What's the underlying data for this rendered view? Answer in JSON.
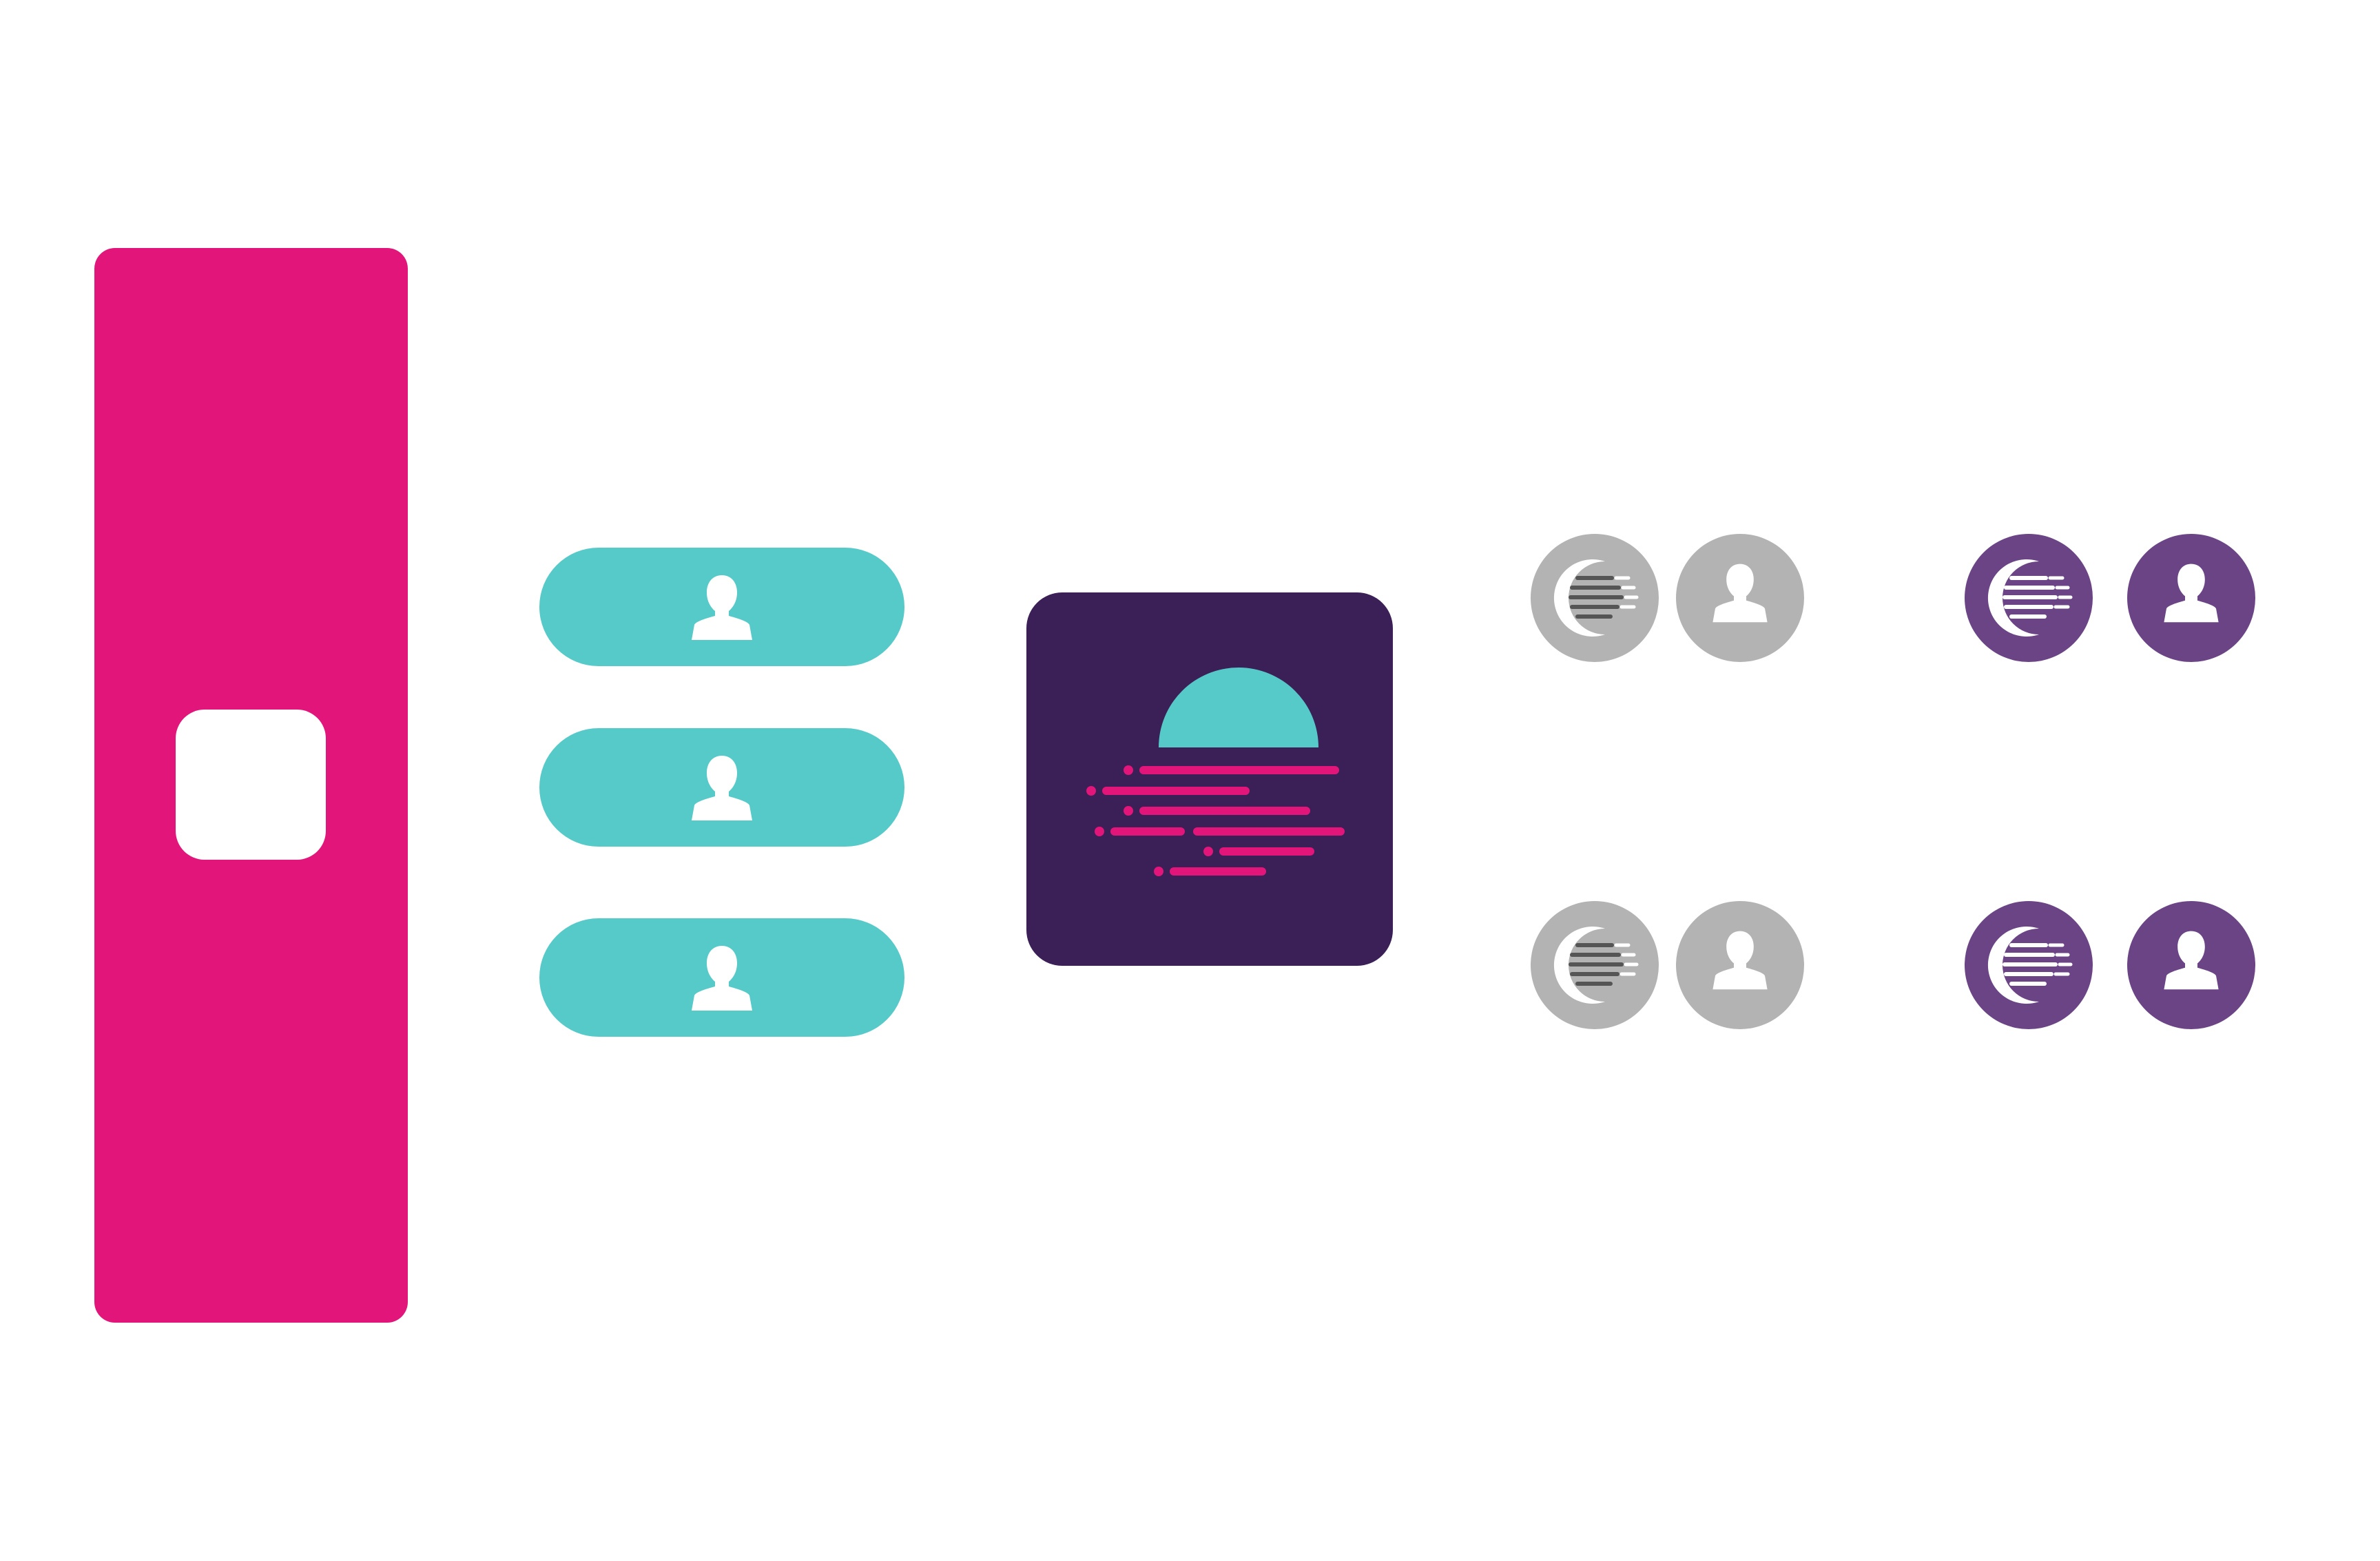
{
  "colors": {
    "background": "#ffffff",
    "device_panel": "#e2157a",
    "user_pill": "#56cac8",
    "app_icon_bg": "#3b1f57",
    "app_icon_sun": "#56cac8",
    "app_icon_lines": "#e2157a",
    "token_inactive": "#b3b3b3",
    "token_active": "#6b4486",
    "glyph": "#ffffff",
    "inactive_stripes": "#555555"
  },
  "diagram": {
    "device_panel": {
      "icon": "rounded-square-icon"
    },
    "user_pills": [
      {
        "icon": "user-icon"
      },
      {
        "icon": "user-icon"
      },
      {
        "icon": "user-icon"
      }
    ],
    "app_icon": {
      "icon": "moon-sunset-logo-icon"
    },
    "token_groups": [
      {
        "state": "inactive",
        "row": 1,
        "tokens": [
          "moon-stripes-icon",
          "user-icon"
        ]
      },
      {
        "state": "active",
        "row": 1,
        "tokens": [
          "moon-stripes-icon",
          "user-icon"
        ]
      },
      {
        "state": "inactive",
        "row": 2,
        "tokens": [
          "moon-stripes-icon",
          "user-icon"
        ]
      },
      {
        "state": "active",
        "row": 2,
        "tokens": [
          "moon-stripes-icon",
          "user-icon"
        ]
      }
    ]
  }
}
